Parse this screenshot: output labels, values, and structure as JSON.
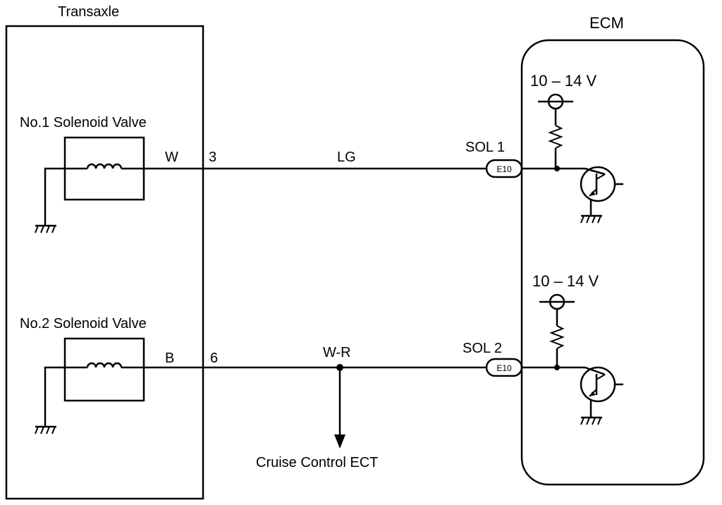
{
  "transaxle": {
    "title": "Transaxle"
  },
  "ecm": {
    "title": "ECM"
  },
  "circuits": [
    {
      "valve_label": "No.1 Solenoid Valve",
      "wire_color_inner": "W",
      "pin": "3",
      "wire_color": "LG",
      "terminal": "SOL 1",
      "connector": "E10",
      "supply": "10 – 14 V"
    },
    {
      "valve_label": "No.2 Solenoid Valve",
      "wire_color_inner": "B",
      "pin": "6",
      "wire_color": "W-R",
      "terminal": "SOL 2",
      "connector": "E10",
      "supply": "10 – 14 V"
    }
  ],
  "branch": {
    "label": "Cruise Control ECT"
  }
}
